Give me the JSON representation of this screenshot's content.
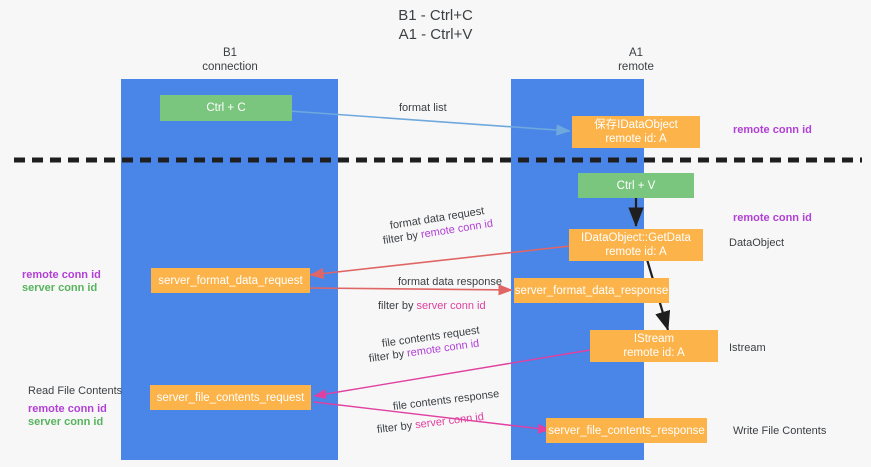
{
  "title": {
    "line1": "B1 - Ctrl+C",
    "line2": "A1 - Ctrl+V"
  },
  "columns": {
    "left": {
      "name": "B1",
      "role": "connection"
    },
    "right": {
      "name": "A1",
      "role": "remote"
    }
  },
  "colors": {
    "lane": "#4a86e8",
    "node_green": "#7bc67e",
    "node_orange": "#fbb34a",
    "remote_conn_id": "#b23fd6",
    "server_conn_id": "#57b45c",
    "server_conn_id_alt": "#e040a0",
    "arrow_blue": "#6fa8dc",
    "arrow_red": "#e06666",
    "arrow_magenta": "#e040a0",
    "arrow_black": "#1f1f1f",
    "divider": "#1f1f1f",
    "background": "#f7f7f8"
  },
  "nodes": {
    "ctrl_c": {
      "label": "Ctrl + C"
    },
    "idataobject_store": {
      "line1": "保存IDataObject",
      "line2": "remote id: A"
    },
    "ctrl_v": {
      "label": "Ctrl + V"
    },
    "getdata": {
      "line1": "IDataObject::GetData",
      "line2": "remote id: A"
    },
    "server_format_data_request": {
      "label": "server_format_data_request"
    },
    "server_format_data_response": {
      "label": "server_format_data_response"
    },
    "istream": {
      "line1": "IStream",
      "line2": "remote id: A"
    },
    "server_file_contents_request": {
      "label": "server_file_contents_request"
    },
    "server_file_contents_response": {
      "label": "server_file_contents_response"
    }
  },
  "edge_labels": {
    "format_list": "format list",
    "format_data_request": "format data request",
    "format_data_request_filter_prefix": "filter by ",
    "format_data_request_filter_value": "remote conn id",
    "format_data_response": "format data response",
    "format_data_response_filter_prefix": "filter by ",
    "format_data_response_filter_value": "server conn id",
    "file_contents_request": "file contents request",
    "file_contents_request_filter_prefix": "filter by ",
    "file_contents_request_filter_value": "remote conn id",
    "file_contents_response": "file contents response",
    "file_contents_response_filter_prefix": "filter by ",
    "file_contents_response_filter_value": "server conn id"
  },
  "annotations": {
    "right_remote_conn_id_top": "remote conn id",
    "right_remote_conn_id_mid": "remote conn id",
    "right_dataobject": "DataObject",
    "right_istream": "Istream",
    "right_write_file_contents": "Write File Contents",
    "left_remote_conn_id_mid": "remote conn id",
    "left_server_conn_id_mid": "server conn id",
    "left_read_file_contents": "Read File Contents",
    "left_remote_conn_id_bottom": "remote conn id",
    "left_server_conn_id_bottom": "server conn id"
  }
}
